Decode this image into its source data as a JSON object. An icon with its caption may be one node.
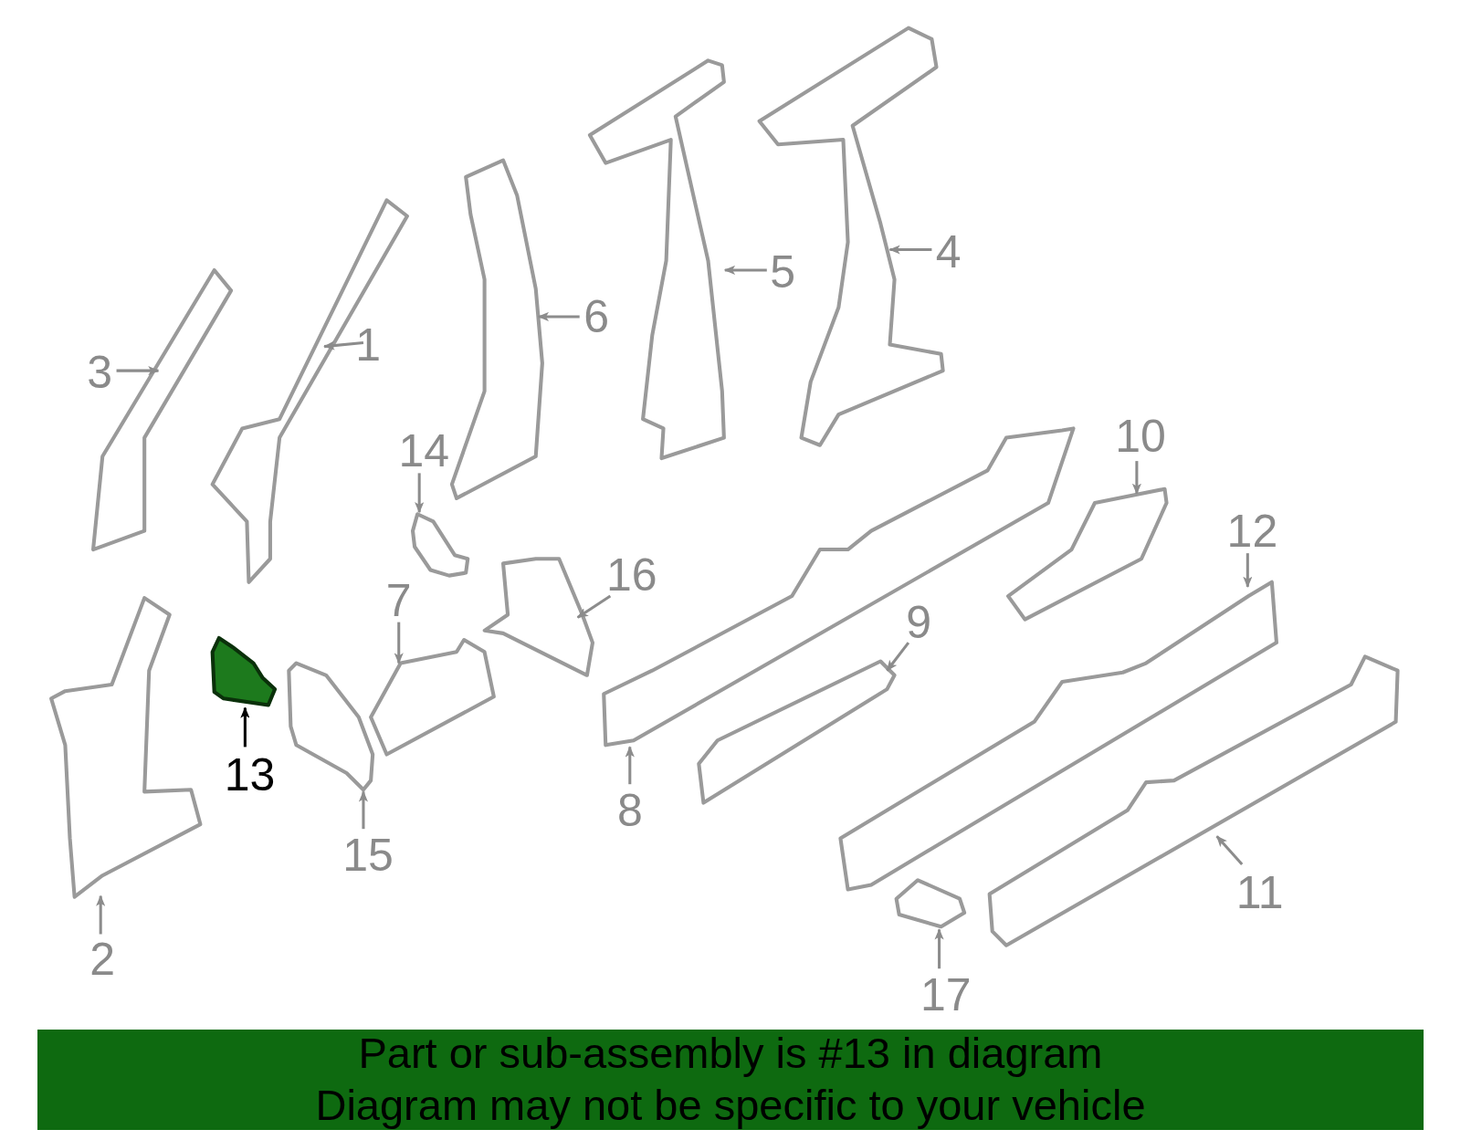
{
  "diagram": {
    "nodes": [
      {
        "text": [],
        "shape": "picture"
      },
      {
        "text": [],
        "shape": "picture"
      },
      {
        "text": [],
        "shape": "picture"
      },
      {
        "text": [],
        "shape": "picture"
      },
      {
        "text": [],
        "shape": "picture"
      },
      {
        "text": [],
        "shape": "picture"
      },
      {
        "text": [],
        "shape": "picture"
      },
      {
        "text": [],
        "shape": "picture"
      },
      {
        "text": [],
        "shape": "picture"
      },
      {
        "text": [],
        "shape": "picture"
      },
      {
        "text": [],
        "shape": "picture"
      },
      {
        "text": [],
        "shape": "picture"
      },
      {
        "text": [],
        "shape": "picture"
      },
      {
        "text": [],
        "shape": "picture"
      },
      {
        "text": [],
        "shape": "picture"
      },
      {
        "text": [],
        "shape": "picture"
      },
      {
        "text": [],
        "shape": "picture"
      },
      {
        "text": [
          "1"
        ]
      },
      {
        "text": [
          "2"
        ]
      },
      {
        "text": [
          "3"
        ]
      },
      {
        "text": [
          "4"
        ]
      },
      {
        "text": [
          "5"
        ]
      },
      {
        "text": [
          "6"
        ]
      },
      {
        "text": [
          "7"
        ]
      },
      {
        "text": [
          "8"
        ]
      },
      {
        "text": [
          "9"
        ]
      },
      {
        "text": [
          "10"
        ]
      },
      {
        "text": [
          "11"
        ]
      },
      {
        "text": [
          "12"
        ]
      },
      {
        "text": [
          "13"
        ]
      },
      {
        "text": [
          "14"
        ]
      },
      {
        "text": [
          "15"
        ]
      },
      {
        "text": [
          "16"
        ]
      },
      {
        "text": [
          "17"
        ]
      },
      {
        "text": [
          "Part or sub-assembly is #13 in diagram",
          "Diagram may not be specific to your vehicle"
        ]
      }
    ],
    "edges": [
      {
        "from": 17,
        "to": 0,
        "arrow": "to"
      },
      {
        "from": 18,
        "to": 1,
        "arrow": "to"
      },
      {
        "from": 19,
        "to": 2,
        "arrow": "to"
      },
      {
        "from": 20,
        "to": 3,
        "arrow": "to"
      },
      {
        "from": 21,
        "to": 4,
        "arrow": "to"
      },
      {
        "from": 22,
        "to": 5,
        "arrow": "to"
      },
      {
        "from": 23,
        "to": 6,
        "arrow": "to"
      },
      {
        "from": 24,
        "to": 7,
        "arrow": "to"
      },
      {
        "from": 25,
        "to": 8,
        "arrow": "to"
      },
      {
        "from": 26,
        "to": 9,
        "arrow": "to"
      },
      {
        "from": 27,
        "to": 10,
        "arrow": "to"
      },
      {
        "from": 28,
        "to": 11,
        "arrow": "to"
      },
      {
        "from": 29,
        "to": 12,
        "arrow": "to",
        "color": "#000000"
      },
      {
        "from": 30,
        "to": 13,
        "arrow": "to"
      },
      {
        "from": 31,
        "to": 14,
        "arrow": "to"
      },
      {
        "from": 32,
        "to": 15,
        "arrow": "to"
      },
      {
        "from": 33,
        "to": 16,
        "arrow": "to"
      }
    ]
  }
}
